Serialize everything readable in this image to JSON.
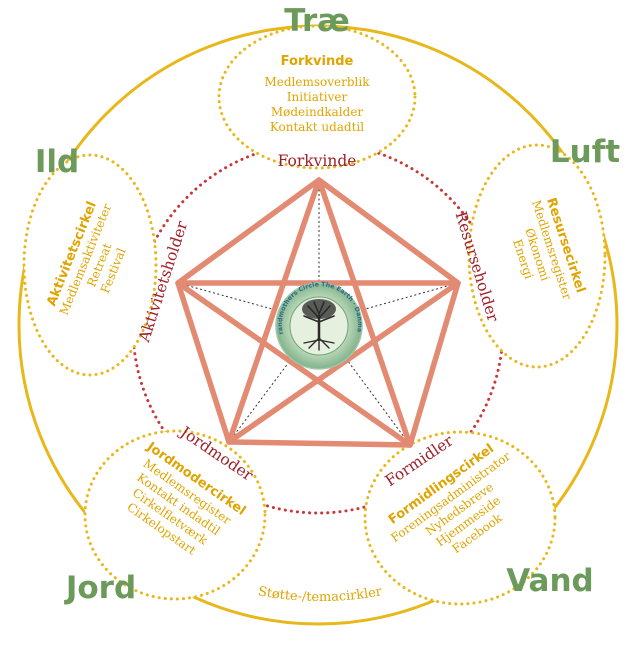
{
  "colors": {
    "gold": "#e8b71a",
    "gold_text": "#e0a400",
    "red_dots": "#c8373a",
    "role_text": "#a0202a",
    "star": "#e28a72",
    "green": "#6b9a5a",
    "seal_text": "#2e6b8a"
  },
  "elements": {
    "top": "Træ",
    "upper_left": "Ild",
    "upper_right": "Luft",
    "lower_left": "Jord",
    "lower_right": "Vand"
  },
  "circles": {
    "top": {
      "title": "Forkvinde",
      "items": [
        "Medlemsoverblik",
        "Initiativer",
        "Mødeindkalder",
        "Kontakt udadtil"
      ]
    },
    "left": {
      "title": "Aktivitetscirkel",
      "items": [
        "Medlemsaktiviteter",
        "Retreat",
        "Festival"
      ]
    },
    "right": {
      "title": "Resursecirkel",
      "items": [
        "Medlemsregister",
        "Økonomi",
        "Energi"
      ]
    },
    "lower_left": {
      "title": "Jordmodercirkel",
      "items": [
        "Medlemsregister",
        "Kontakt indadtil",
        "Cirkelfletværk",
        "Cirkelopstart"
      ]
    },
    "lower_right": {
      "title": "Formidlingscirkel",
      "items": [
        "Foreningsadministrator",
        "Nyhedsbreve",
        "Hjemmeside",
        "Facebook"
      ]
    }
  },
  "roles": {
    "top": "Forkvinde",
    "left": "Aktivitetsholder",
    "right": "Resurseholder",
    "lower_left": "Jordmoder",
    "lower_right": "Formidler"
  },
  "seal": {
    "text": "Grandmothers Circle The Earth · Danmark"
  },
  "support_label": "Støtte-/temacirkler"
}
